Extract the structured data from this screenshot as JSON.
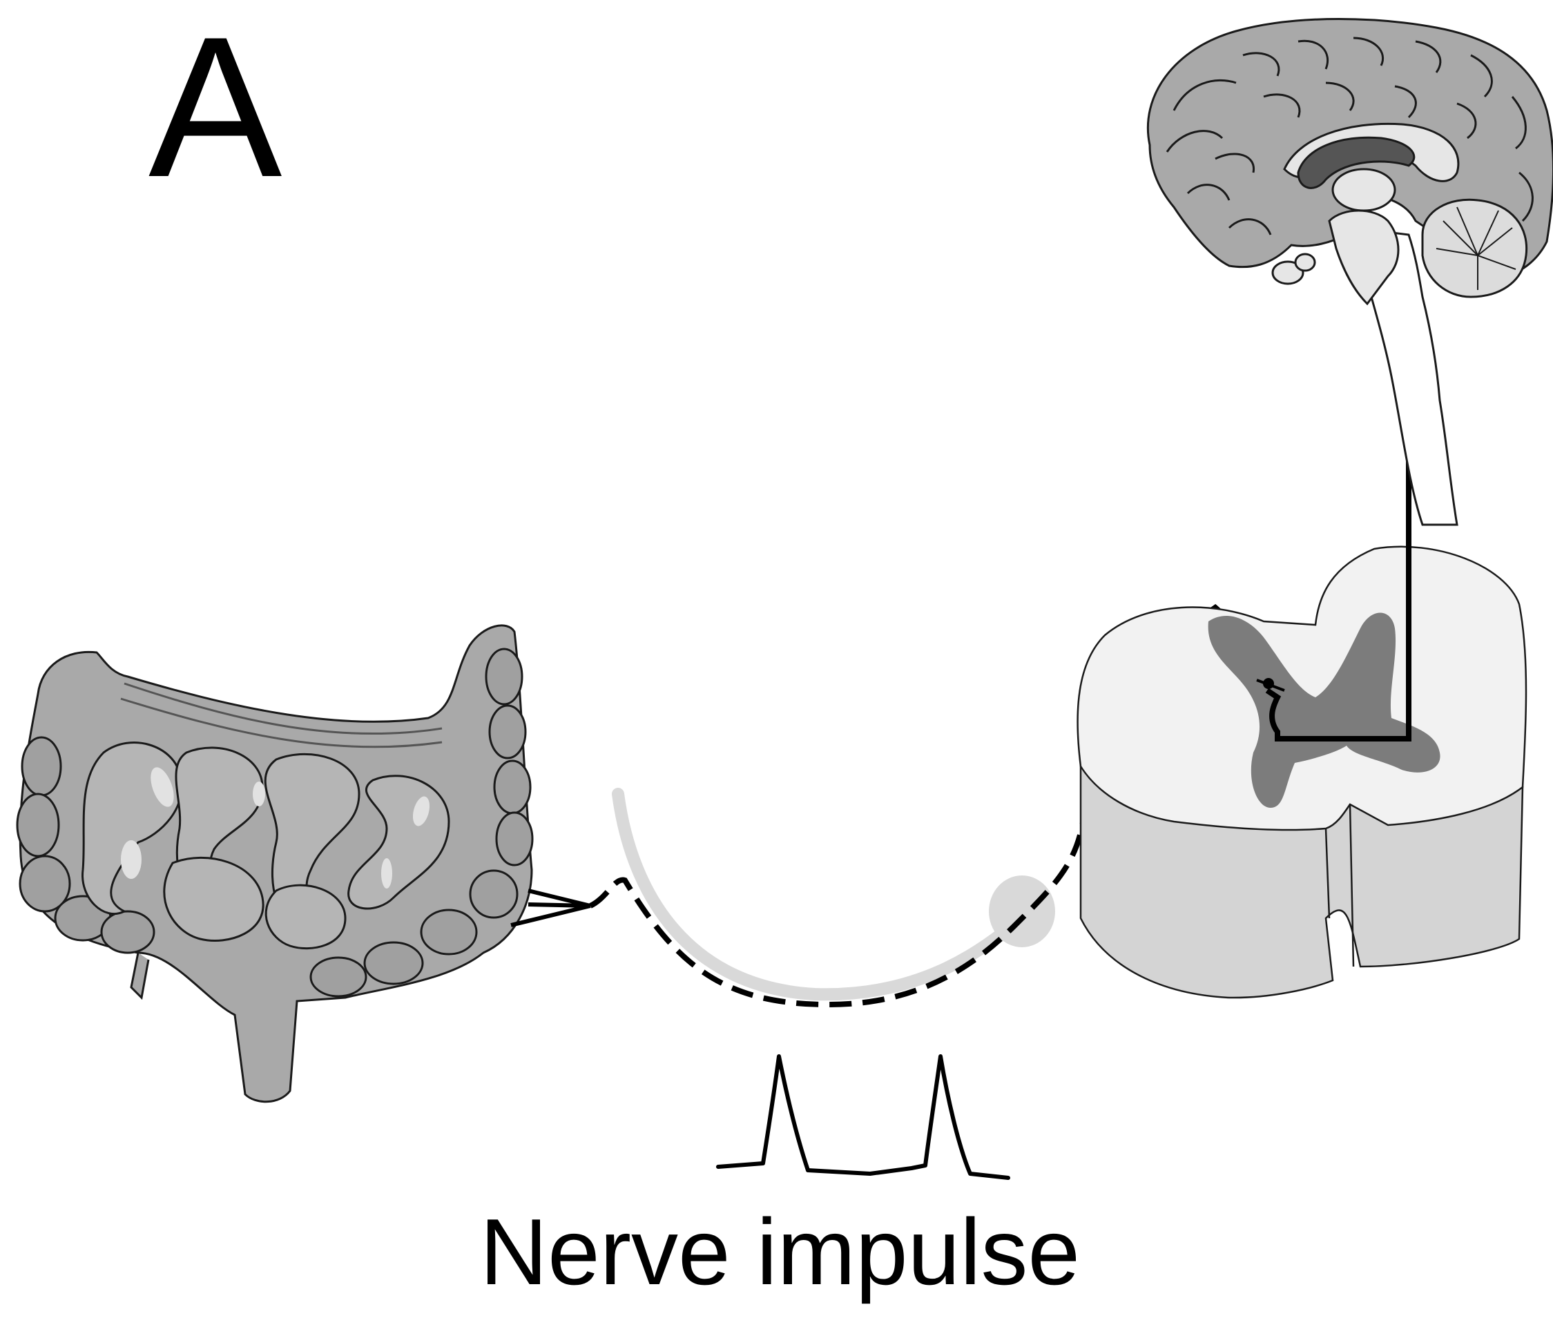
{
  "panel_label": "A",
  "caption": "Nerve impulse",
  "icons": {
    "intestine": "intestine-icon",
    "brain": "brain-icon",
    "spinal_cord": "spinal-cord-icon",
    "nerve_impulse_trace": "action-potential-trace"
  },
  "colors": {
    "organ_fill": "#a9a9a9",
    "organ_light": "#d4d4d4",
    "gray_matter": "#7c7c7c",
    "cord_white": "#f2f2f2",
    "nerve_path": "#000000",
    "nerve_sheath": "#d9d9d9"
  }
}
